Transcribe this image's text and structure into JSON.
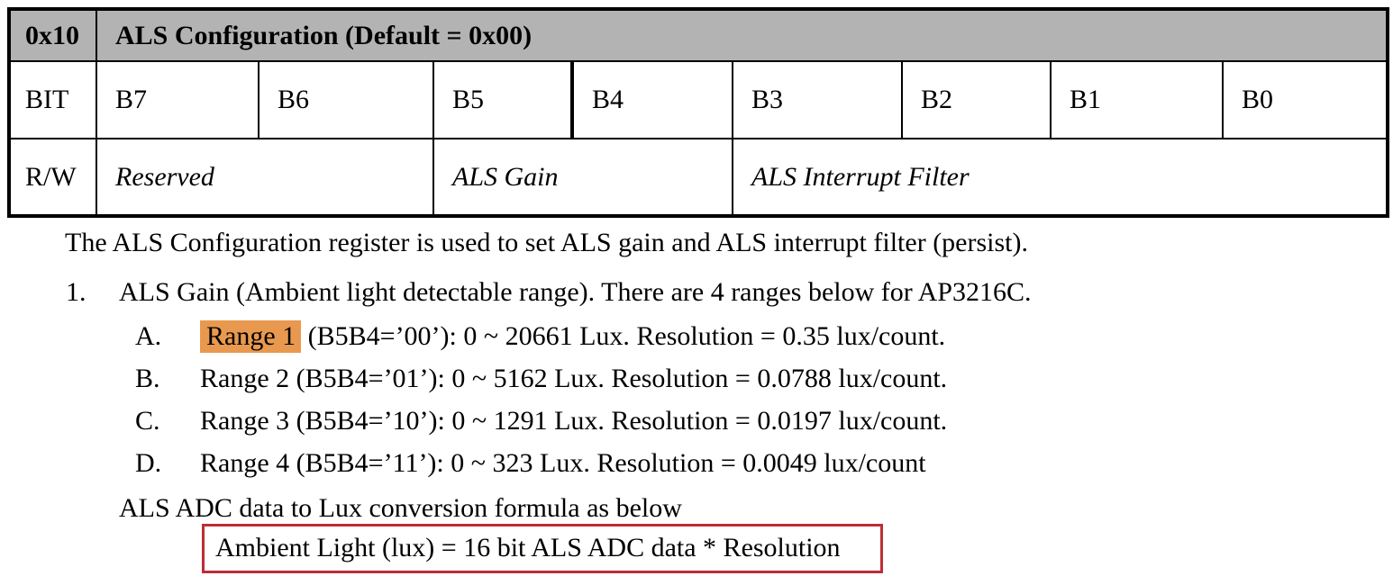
{
  "register_table": {
    "address": "0x10",
    "title": "ALS Configuration (Default = 0x00)",
    "bit_label": "BIT",
    "bits": [
      "B7",
      "B6",
      "B5",
      "B4",
      "B3",
      "B2",
      "B1",
      "B0"
    ],
    "rw_label": "R/W",
    "fields": [
      {
        "name": "Reserved",
        "bits_spanned": 2
      },
      {
        "name": "ALS Gain",
        "bits_spanned": 2
      },
      {
        "name": "ALS Interrupt Filter",
        "bits_spanned": 4
      }
    ]
  },
  "description": "The ALS Configuration register is used to set ALS gain and ALS interrupt filter (persist).",
  "gain_list": {
    "number": "1.",
    "intro": "ALS Gain (Ambient light detectable range). There are 4 ranges below for AP3216C.",
    "items": [
      {
        "letter": "A.",
        "highlighted_text": "Range 1",
        "text": " (B5B4=’00’): 0 ~ 20661 Lux. Resolution = 0.35 lux/count."
      },
      {
        "letter": "B.",
        "highlighted_text": "",
        "text": "Range 2 (B5B4=’01’): 0 ~ 5162 Lux. Resolution = 0.0788 lux/count."
      },
      {
        "letter": "C.",
        "highlighted_text": "",
        "text": "Range 3 (B5B4=’10’): 0 ~ 1291 Lux. Resolution = 0.0197 lux/count."
      },
      {
        "letter": "D.",
        "highlighted_text": "",
        "text": "Range 4 (B5B4=’11’): 0 ~ 323 Lux. Resolution = 0.0049 lux/count"
      }
    ],
    "formula_caption": "ALS ADC data to Lux conversion formula as below",
    "formula": "Ambient Light (lux) = 16 bit ALS ADC data * Resolution"
  },
  "colors": {
    "table_header_bg": "#b3b3b3",
    "highlight_bg": "#e9994f",
    "formula_border": "#be2d35"
  }
}
